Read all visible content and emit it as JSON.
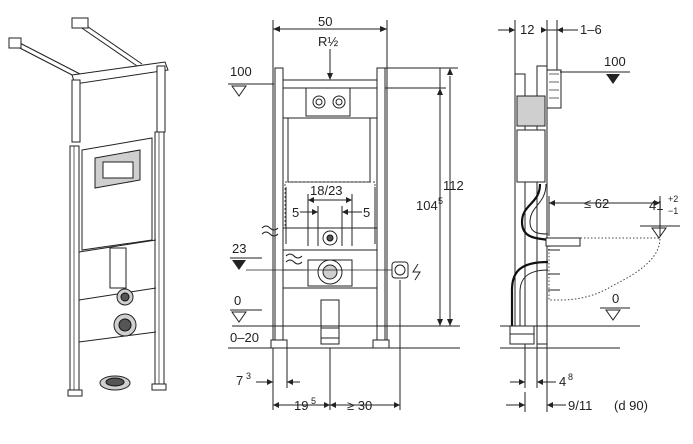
{
  "front_view": {
    "width": "50",
    "thread": "R½",
    "top_ref": "100",
    "height_total": "112",
    "height_mount": "104",
    "height_mount_sup": "5",
    "spacing": "18/23",
    "offset_left": "5",
    "offset_right": "5",
    "drain_level": "23",
    "floor_level": "0",
    "floor_range": "0–20",
    "bottom_left_main": "7",
    "bottom_left_sup": "3",
    "bottom_mid_main": "19",
    "bottom_mid_sup": "5",
    "bottom_right": "≥ 30"
  },
  "side_view": {
    "depth_top": "12",
    "depth_range": "1–6",
    "top_ref": "100",
    "projection": "≤ 62",
    "bowl_height": "41",
    "bowl_tol_plus": "+2",
    "bowl_tol_minus": "−1",
    "floor_level": "0",
    "foot_main": "4",
    "foot_sup": "8",
    "pipe": "9/11",
    "pipe_note": "(d 90)"
  },
  "colors": {
    "line": "#222222",
    "fill": "#cfcfcf",
    "background": "#ffffff"
  }
}
